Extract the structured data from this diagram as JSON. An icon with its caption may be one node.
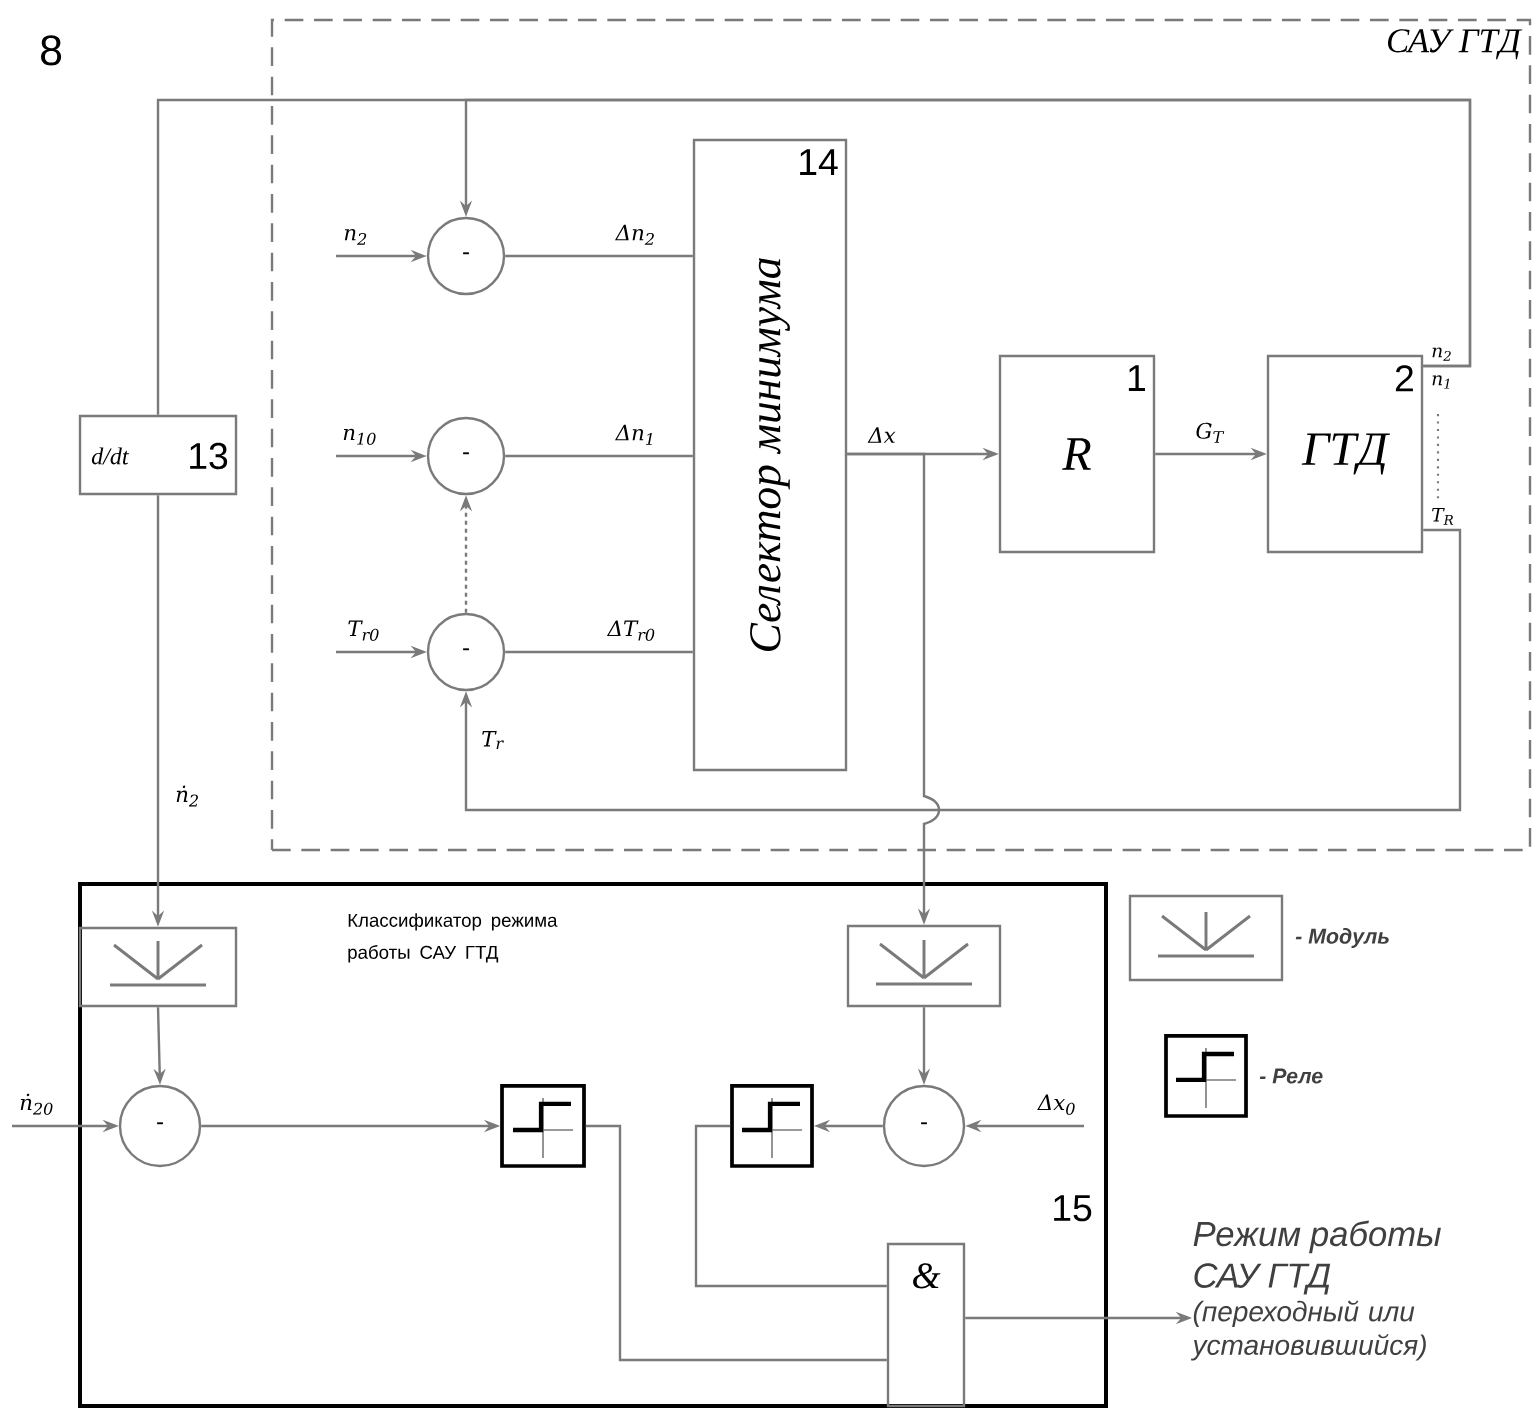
{
  "diagram": {
    "nodes": [
      {
        "text": [
          "САУ ГТД"
        ]
      },
      {
        "text": [
          "d/dt",
          "13"
        ]
      },
      {
        "text": [
          "-"
        ],
        "in": 0
      },
      {
        "text": [
          "-"
        ],
        "in": 0
      },
      {
        "text": [
          "-"
        ],
        "in": 0
      },
      {
        "text": [
          "Селектор минимума",
          "14"
        ],
        "in": 0
      },
      {
        "text": [
          "R",
          "1"
        ],
        "in": 0
      },
      {
        "text": [
          "ГТД",
          "2"
        ],
        "in": 0
      },
      {
        "text": [
          "Классификатор режима работы САУ ГТД",
          "15"
        ]
      },
      {
        "text": [],
        "shape": "box",
        "in": 8
      },
      {
        "text": [],
        "shape": "box",
        "in": 8
      },
      {
        "text": [
          "-"
        ],
        "in": 8
      },
      {
        "text": [],
        "shape": "box",
        "in": 8
      },
      {
        "text": [],
        "shape": "box",
        "in": 8
      },
      {
        "text": [
          "-"
        ],
        "in": 8
      },
      {
        "text": [
          "&"
        ],
        "in": 8
      },
      {
        "text": [
          "Режим работы САУ ГТД",
          "(переходный или установившийся)"
        ]
      }
    ],
    "edges": [
      {
        "from": null,
        "to": 2,
        "arrow": "to",
        "label": "n$_{2}$"
      },
      {
        "from": null,
        "to": 3,
        "arrow": "to",
        "label": "n$_{10}$"
      },
      {
        "from": null,
        "to": 4,
        "arrow": "to",
        "label": "T$_{r0}$"
      },
      {
        "from": 7,
        "to": 2,
        "arrow": "to"
      },
      {
        "from": 7,
        "to": 1,
        "arrow": "none"
      },
      {
        "from": 1,
        "to": 9,
        "arrow": "to",
        "label": "ṅ$_{2}$"
      },
      {
        "from": 2,
        "to": 5,
        "arrow": "none",
        "label": "Δn$_{2}$"
      },
      {
        "from": 3,
        "to": 5,
        "arrow": "none",
        "label": "Δn$_{1}$"
      },
      {
        "from": 4,
        "to": 5,
        "arrow": "none",
        "label": "ΔT$_{r0}$"
      },
      {
        "from": 4,
        "to": 3,
        "arrow": "to",
        "style": "dashed"
      },
      {
        "from": 5,
        "to": 6,
        "arrow": "to",
        "label": "Δx"
      },
      {
        "from": 6,
        "to": 7,
        "arrow": "to",
        "label": "G$_{T}$"
      },
      {
        "from": 7,
        "to": 4,
        "arrow": "to",
        "label": "T$_{r}$"
      },
      {
        "from": 5,
        "to": 10,
        "arrow": "to"
      },
      {
        "from": 9,
        "to": 11,
        "arrow": "to"
      },
      {
        "from": 10,
        "to": 14,
        "arrow": "to"
      },
      {
        "from": null,
        "to": 11,
        "arrow": "to",
        "label": "ṅ$_{20}$"
      },
      {
        "from": null,
        "to": 14,
        "arrow": "to",
        "label": "Δx$_{0}$"
      },
      {
        "from": 11,
        "to": 12,
        "arrow": "to"
      },
      {
        "from": 14,
        "to": 13,
        "arrow": "to"
      },
      {
        "from": 12,
        "to": 15,
        "arrow": "none"
      },
      {
        "from": 13,
        "to": 15,
        "arrow": "none"
      },
      {
        "from": 15,
        "to": 16,
        "arrow": "to"
      }
    ],
    "labels": [
      "8",
      "n$_{2}$",
      "n$_{1}$",
      "T$_{R}$"
    ],
    "legend": [
      {
        "text": "- Модуль"
      },
      {
        "text": "- Реле"
      }
    ]
  }
}
